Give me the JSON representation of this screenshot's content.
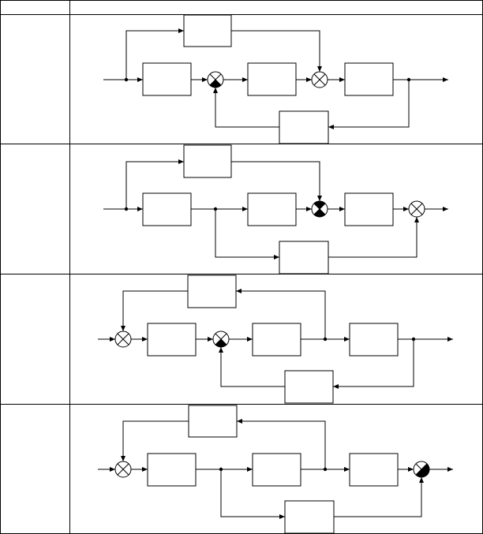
{
  "table": {
    "header": {
      "label_cell": "",
      "diagram_cell": ""
    },
    "rows": [
      {
        "label": "",
        "variant": "feedback-compensation-with-feedforward"
      },
      {
        "label": "",
        "variant": "feedforward-compensation-with-output-summing"
      },
      {
        "label": "",
        "variant": "cascade-feedback-with-outer-loop"
      },
      {
        "label": "",
        "variant": "cascade-feedforward-with-output-summing"
      }
    ]
  },
  "blocks": {
    "label": ""
  },
  "colors": {
    "line": "#000000",
    "background": "#ffffff",
    "fill_sector": "#000000"
  },
  "icons": {
    "summing_junction": "circle-with-x",
    "summing_junction_negative": "circle-with-x-black-sector",
    "branch_point": "filled-dot",
    "arrowhead": "filled-triangle"
  }
}
